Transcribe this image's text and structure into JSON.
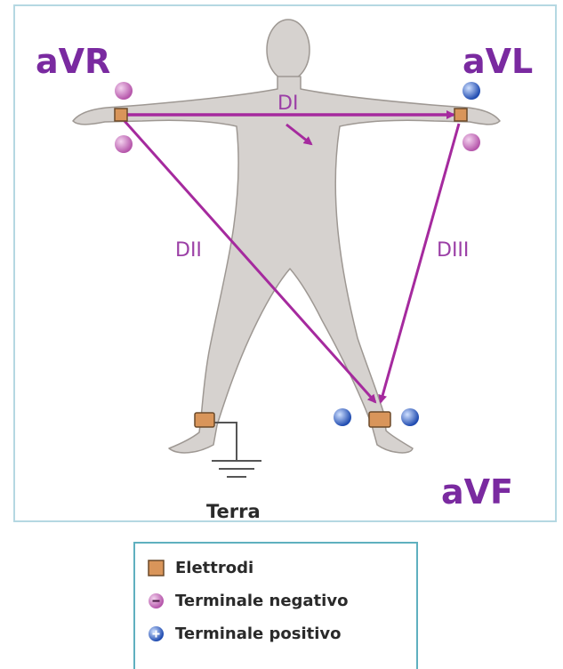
{
  "leads": {
    "avr": "aVR",
    "avl": "aVL",
    "avf": "aVF"
  },
  "derivations": {
    "di": "DI",
    "dii": "DII",
    "diii": "DIII"
  },
  "ground_label": "Terra",
  "legend": {
    "electrodes": "Elettrodi",
    "negative": "Terminale negativo",
    "positive": "Terminale positivo"
  },
  "colors": {
    "lead_label": "#7a2aa0",
    "arrow": "#a52a9e",
    "negative_terminal": "#c86fbf",
    "positive_terminal": "#2f5fc4",
    "electrode": "#d9955a",
    "body": "#d6d2cf",
    "frame": "#b5d8e2"
  }
}
